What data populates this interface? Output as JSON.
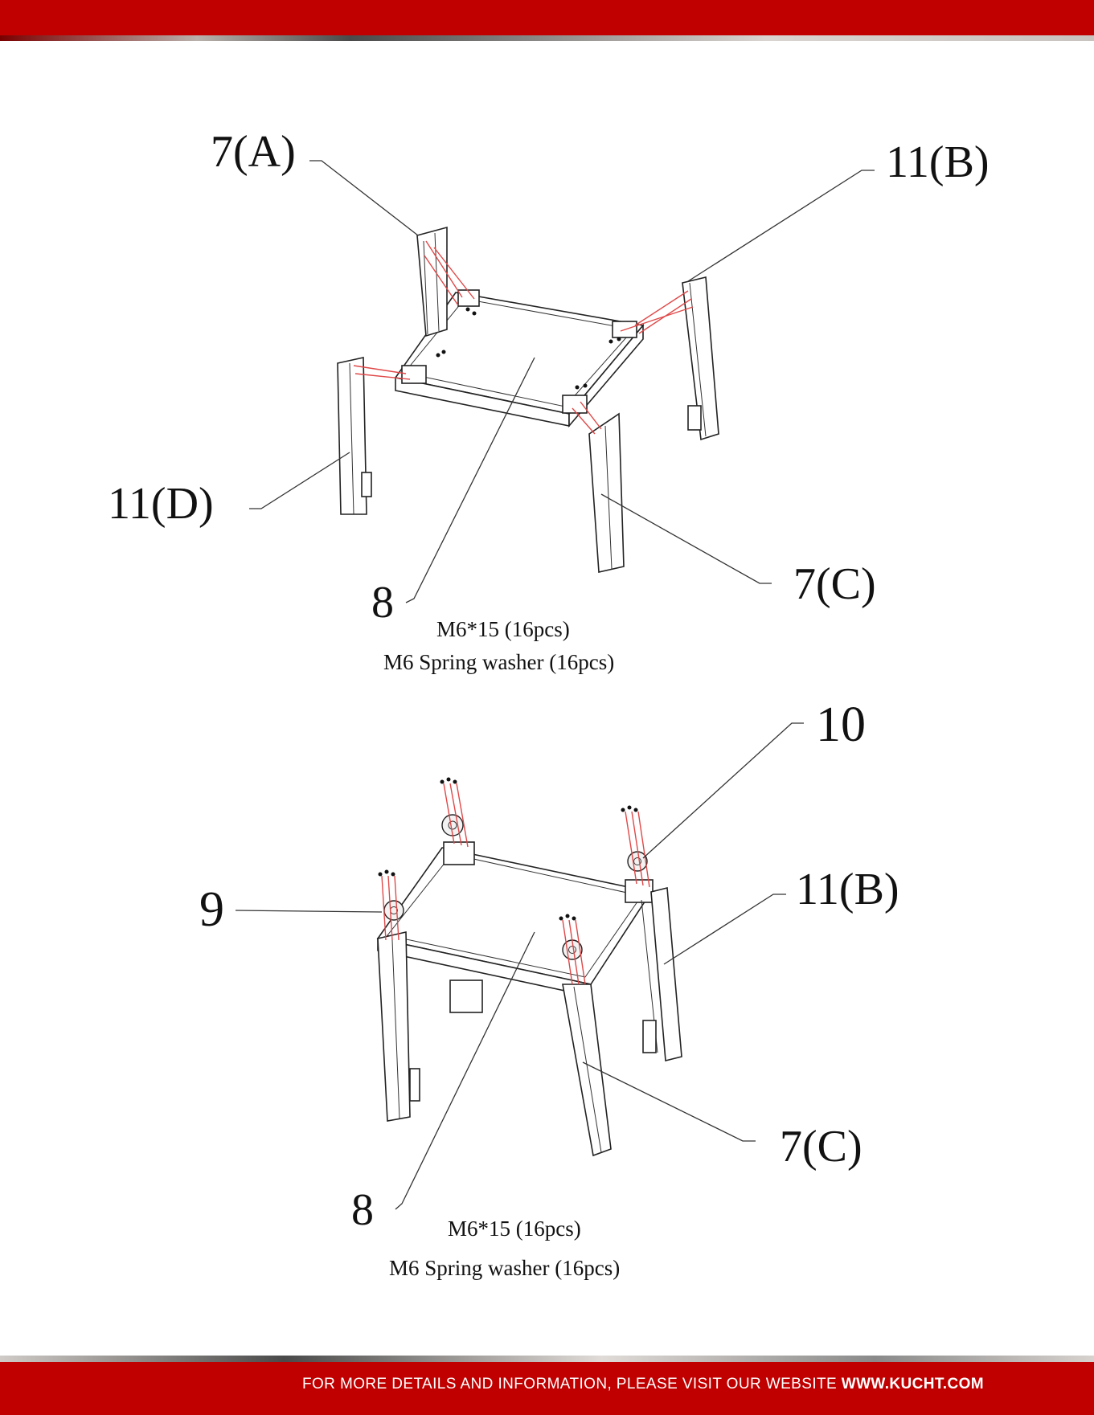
{
  "diagram_top": {
    "labels": {
      "part_7a": "7(A)",
      "part_11b": "11(B)",
      "part_11d": "11(D)",
      "part_7c": "7(C)",
      "part_8": "8"
    },
    "hardware": {
      "screws": "M6*15 (16pcs)",
      "washers": "M6 Spring washer (16pcs)"
    }
  },
  "diagram_bottom": {
    "labels": {
      "part_10": "10",
      "part_9": "9",
      "part_11b": "11(B)",
      "part_7c": "7(C)",
      "part_8": "8"
    },
    "hardware": {
      "screws": "M6*15 (16pcs)",
      "washers": "M6 Spring washer (16pcs)"
    }
  },
  "footer": {
    "text": "FOR MORE DETAILS AND INFORMATION, PLEASE VISIT OUR WEBSITE ",
    "website": "WWW.KUCHT.COM"
  },
  "colors": {
    "brand_red": "#c00000",
    "exploded_line_red": "#e04848"
  }
}
